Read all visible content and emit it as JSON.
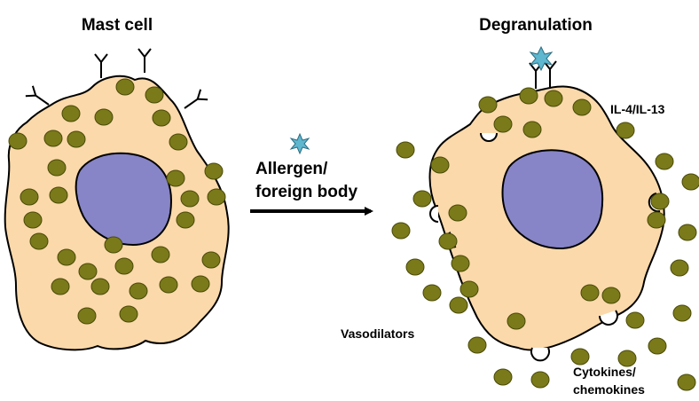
{
  "labels": {
    "left_title": "Mast cell",
    "right_title": "Degranulation",
    "arrow_line1": "Allergen/",
    "arrow_line2": "foreign body",
    "il": "IL-4/IL-13",
    "vaso": "Vasodilators",
    "cyto1": "Cytokines/",
    "cyto2": "chemokines"
  },
  "colors": {
    "cytoplasm": "#fbd9aa",
    "nucleus": "#8784c7",
    "granule": "#7a7a1a",
    "allergen": "#5fb7cf",
    "outline": "#000000"
  },
  "icons": {
    "receptor": "antibody-y-icon",
    "allergen": "star-icon"
  }
}
